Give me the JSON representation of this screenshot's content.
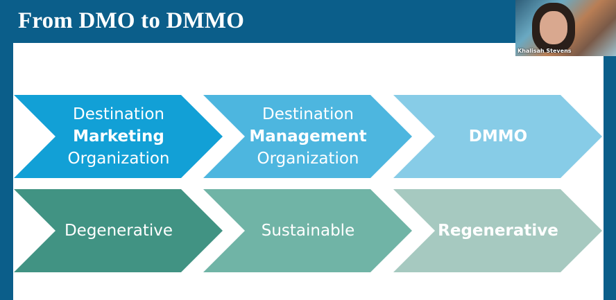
{
  "slide": {
    "title": "From DMO to DMMO",
    "colors": {
      "frame": "#0b5e8a",
      "row1": [
        "#12a0d6",
        "#4db6df",
        "#87cce7"
      ],
      "row2": [
        "#419383",
        "#70b4a6",
        "#a6c9c0"
      ]
    },
    "rows": [
      {
        "chevrons": [
          {
            "line1": "Destination",
            "bold": "Marketing",
            "line3": "Organization"
          },
          {
            "line1": "Destination",
            "bold": "Management",
            "line3": "Organization"
          },
          {
            "line1": "",
            "bold": "DMMO",
            "line3": ""
          }
        ]
      },
      {
        "chevrons": [
          {
            "line1": "",
            "plain": "Degenerative",
            "bold": ""
          },
          {
            "line1": "",
            "plain": "Sustainable",
            "bold": ""
          },
          {
            "line1": "",
            "plain": "",
            "bold": "Regenerative"
          }
        ]
      }
    ]
  },
  "video": {
    "participant_name": "Khalisah Stevens"
  }
}
